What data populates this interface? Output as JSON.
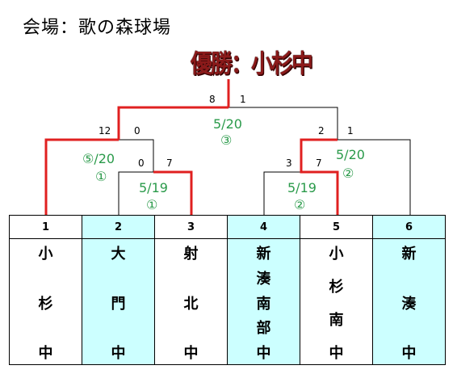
{
  "venue": "会場：歌の森球場",
  "winner": "優勝：小杉中",
  "teams": [
    {
      "num": "1",
      "chars": [
        "小",
        "杉",
        "中"
      ],
      "highlight": false
    },
    {
      "num": "2",
      "chars": [
        "大",
        "門",
        "中"
      ],
      "highlight": true
    },
    {
      "num": "3",
      "chars": [
        "射",
        "北",
        "中"
      ],
      "highlight": false
    },
    {
      "num": "4",
      "chars": [
        "新",
        "湊",
        "南",
        "部",
        "中"
      ],
      "highlight": true
    },
    {
      "num": "5",
      "chars": [
        "小",
        "杉",
        "南",
        "中"
      ],
      "highlight": false
    },
    {
      "num": "6",
      "chars": [
        "新",
        "湊",
        "中"
      ],
      "highlight": true
    }
  ],
  "scores": {
    "m1_left": "0",
    "m1_right": "7",
    "m2_left": "3",
    "m2_right": "7",
    "sf1_left": "12",
    "sf1_right": "0",
    "sf2_left": "2",
    "sf2_right": "1",
    "final_left": "8",
    "final_right": "1"
  },
  "labels": {
    "m1_date": "5/19",
    "m1_num": "①",
    "m2_date": "5/19",
    "m2_num": "②",
    "sf1_date": "⑤/20",
    "sf1_num": "①",
    "sf2_date": "5/20",
    "sf2_num": "②",
    "final_date": "5/20",
    "final_num": "③"
  },
  "colors": {
    "win_line": "#e02020",
    "line": "#000000",
    "date": "#2a9a4a",
    "highlight": "#ccffff"
  }
}
